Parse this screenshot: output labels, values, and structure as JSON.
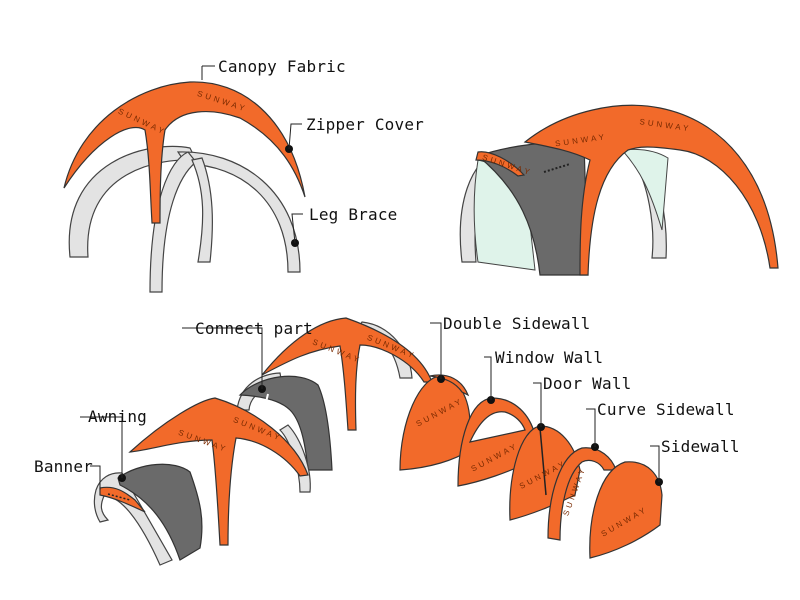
{
  "labels": {
    "canopy_fabric": "Canopy Fabric",
    "zipper_cover": "Zipper Cover",
    "leg_brace": "Leg Brace",
    "connect_part": "Connect part",
    "double_sidewall": "Double Sidewall",
    "window_wall": "Window Wall",
    "door_wall": "Door Wall",
    "curve_sidewall": "Curve Sidewall",
    "sidewall": "Sidewall",
    "awning": "Awning",
    "banner": "Banner"
  },
  "brand": "SUNWAY",
  "colors": {
    "fabric": "#f26a2a",
    "frame": "#e3e3e3",
    "awning_fabric": "#6a6a6a",
    "inner_wall": "#dff3ea"
  }
}
